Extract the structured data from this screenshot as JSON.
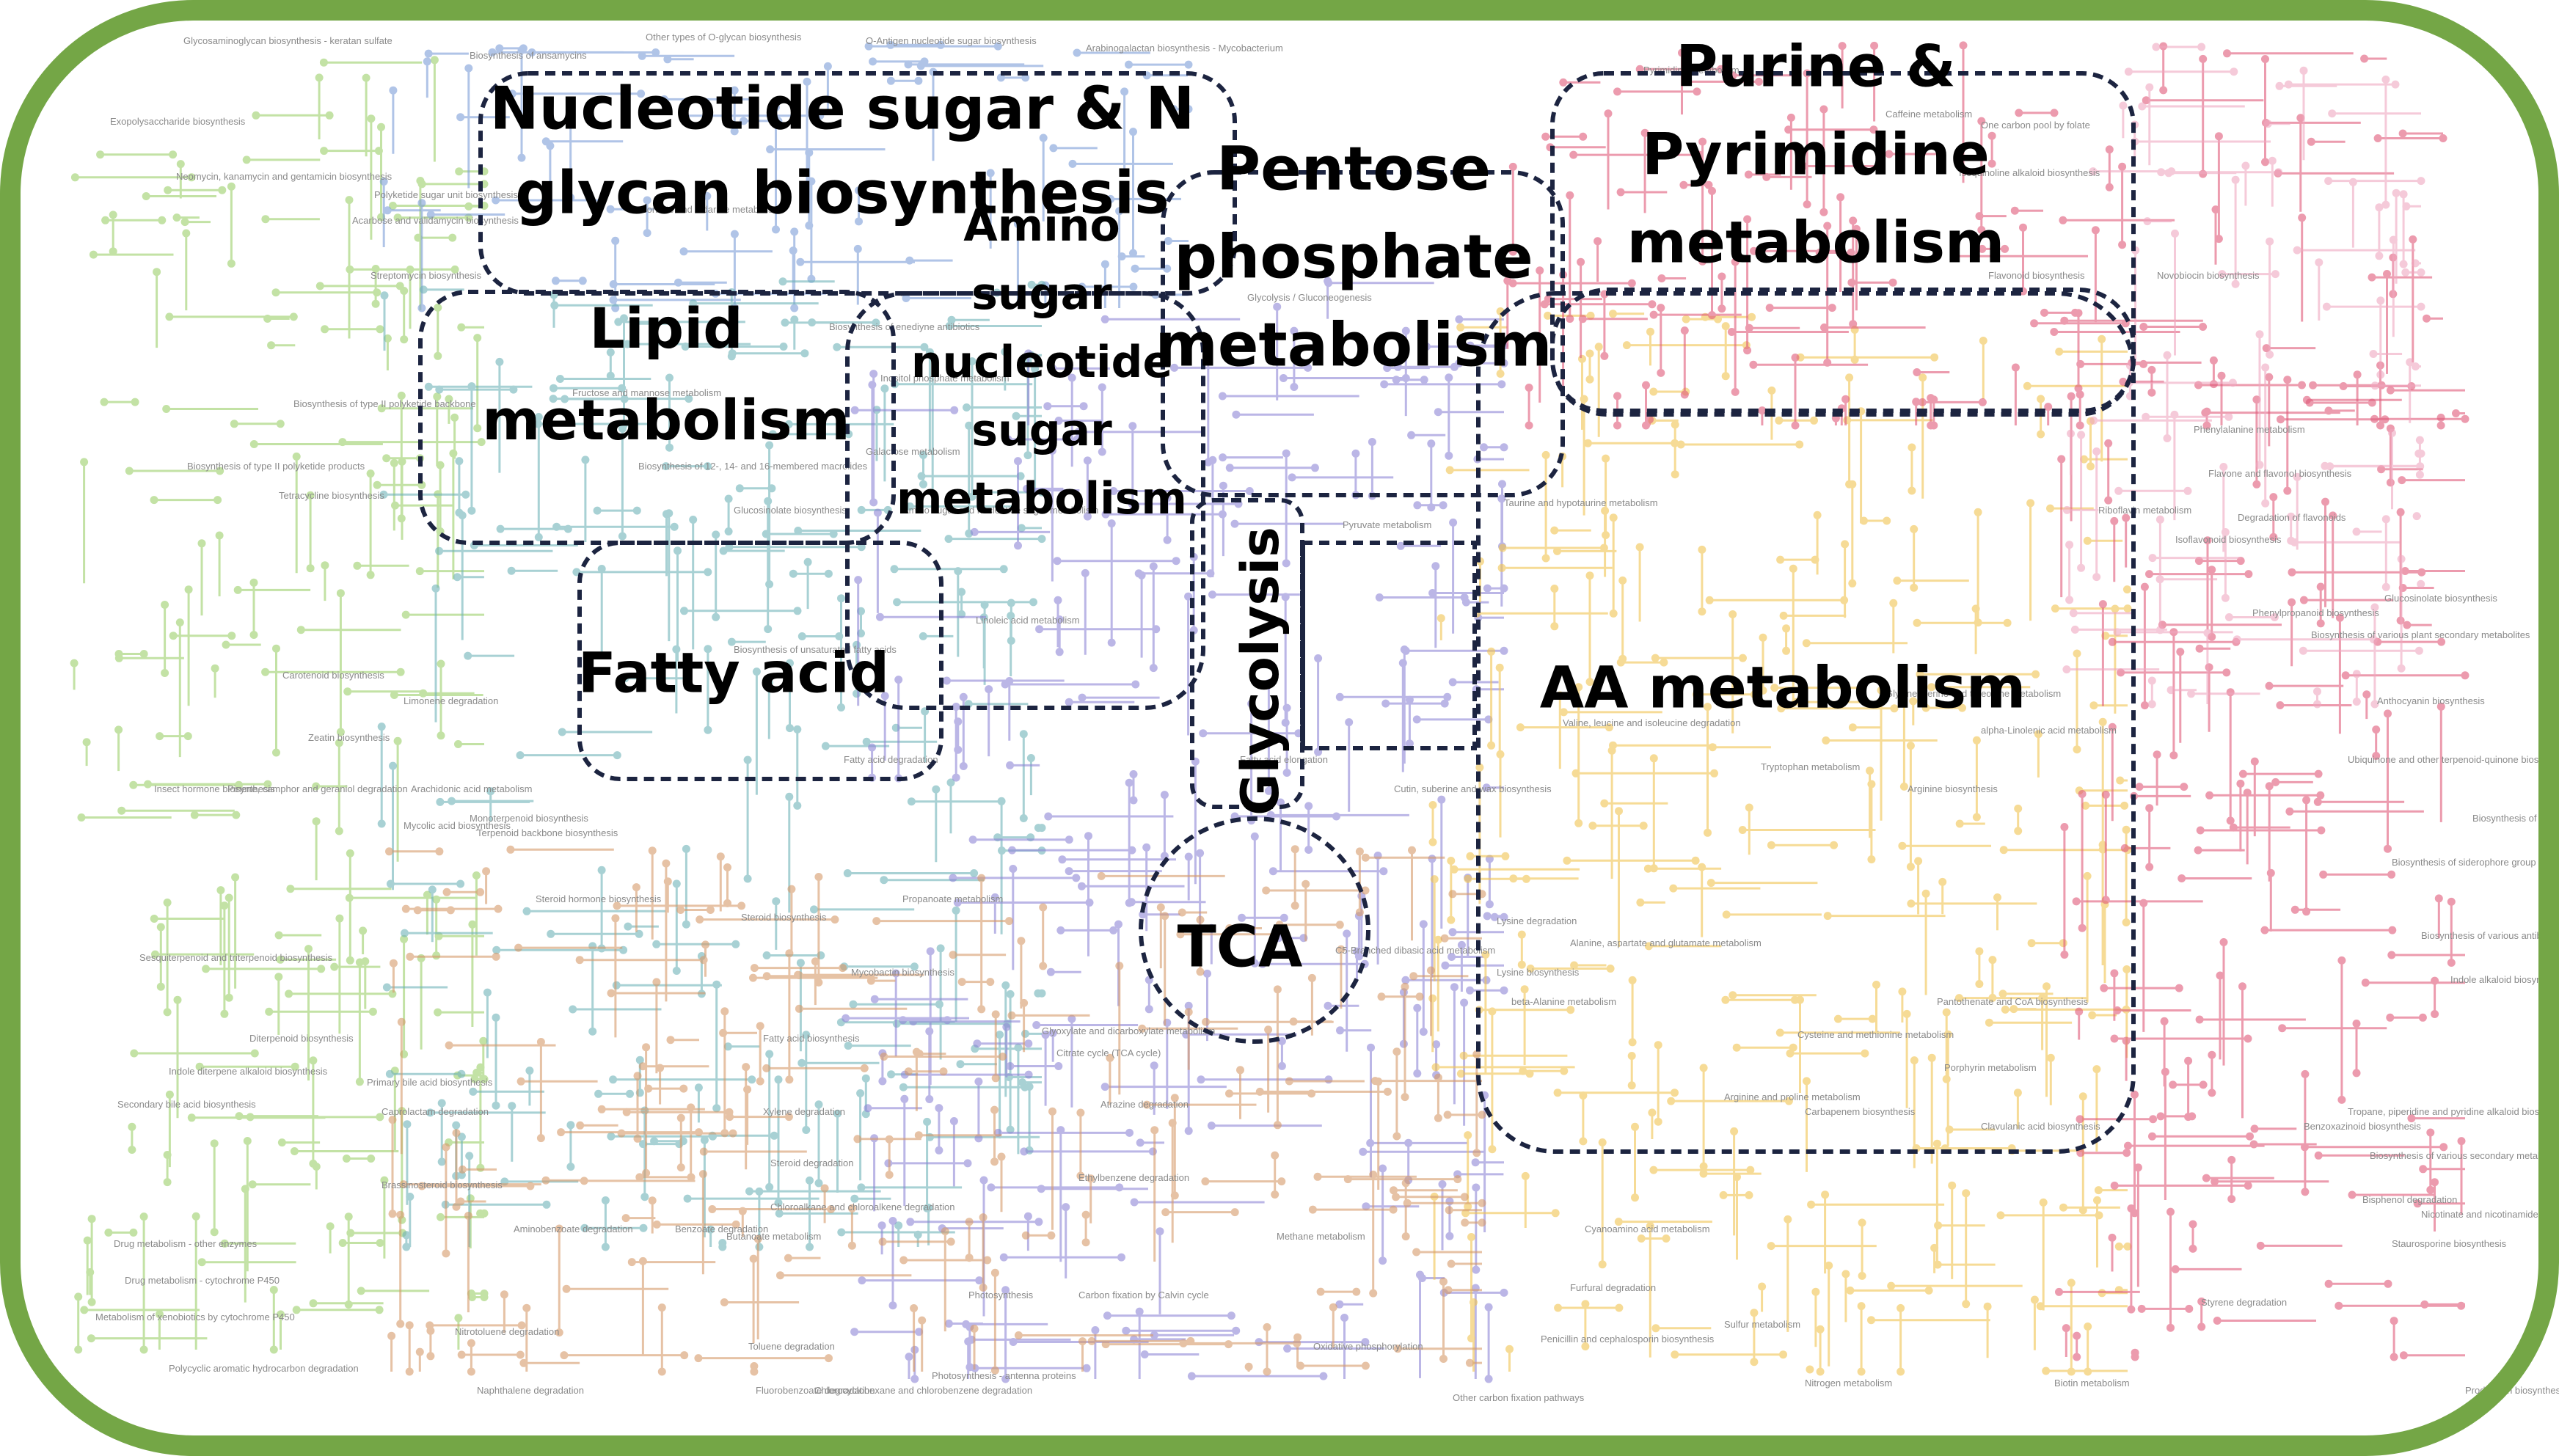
{
  "colors": {
    "frame": "#74a646",
    "background": "#ffffff",
    "region_outline": "#1c2440",
    "pathway_colors": {
      "glycan": "#7d9dd8",
      "lipid": "#6fb3b8",
      "carbohydrate": "#8e86d6",
      "nucleotide": "#e05a7a",
      "amino_acid": "#f1c452",
      "secondary": "#9ccf6a",
      "xenobiotic": "#d69a6a",
      "cofactor": "#f0a8c0"
    }
  },
  "regions": [
    {
      "id": "nucleotide-sugar-n-glycan",
      "lines": [
        "Nucleotide sugar & N",
        "glycan biosynthesis"
      ]
    },
    {
      "id": "purine-pyrimidine",
      "lines": [
        "Purine &",
        "Pyrimidine",
        "metabolism"
      ]
    },
    {
      "id": "pentose-phosphate",
      "lines": [
        "Pentose",
        "phosphate",
        "metabolism"
      ]
    },
    {
      "id": "lipid",
      "lines": [
        "Lipid",
        "metabolism"
      ]
    },
    {
      "id": "amino-sugar",
      "lines": [
        "Amino",
        "sugar",
        "nucleotide",
        "sugar",
        "metabolism"
      ]
    },
    {
      "id": "fatty-acid",
      "lines": [
        "Fatty acid"
      ]
    },
    {
      "id": "glycolysis",
      "lines": [
        "Glycolysis"
      ]
    },
    {
      "id": "tca",
      "lines": [
        "TCA"
      ]
    },
    {
      "id": "aa-metabolism",
      "lines": [
        "AA metabolism"
      ]
    }
  ],
  "background_labels": [
    {
      "text": "Glycosaminoglycan biosynthesis - keratan sulfate",
      "group": "glycan"
    },
    {
      "text": "Biosynthesis of ansamycins",
      "group": "secondary"
    },
    {
      "text": "Other types of O-glycan biosynthesis",
      "group": "glycan"
    },
    {
      "text": "O-Antigen nucleotide sugar biosynthesis",
      "group": "glycan"
    },
    {
      "text": "Arabinogalactan biosynthesis - Mycobacterium",
      "group": "glycan"
    },
    {
      "text": "Pyrimidine metabolism",
      "group": "nucleotide"
    },
    {
      "text": "Exopolysaccharide biosynthesis",
      "group": "glycan"
    },
    {
      "text": "Neomycin, kanamycin and gentamicin biosynthesis",
      "group": "secondary"
    },
    {
      "text": "Acarbose and validamycin biosynthesis",
      "group": "secondary"
    },
    {
      "text": "Polyketide sugar unit biosynthesis",
      "group": "secondary"
    },
    {
      "text": "Streptomycin biosynthesis",
      "group": "secondary"
    },
    {
      "text": "Ascorbate and aldarate metabolism",
      "group": "carbohydrate"
    },
    {
      "text": "Caffeine metabolism",
      "group": "nucleotide"
    },
    {
      "text": "One carbon pool by folate",
      "group": "cofactor"
    },
    {
      "text": "Isoquinoline alkaloid biosynthesis",
      "group": "secondary"
    },
    {
      "text": "Flavonoid biosynthesis",
      "group": "secondary"
    },
    {
      "text": "Novobiocin biosynthesis",
      "group": "secondary"
    },
    {
      "text": "Biosynthesis of type II polyketide backbone",
      "group": "secondary"
    },
    {
      "text": "Biosynthesis of type II polyketide products",
      "group": "secondary"
    },
    {
      "text": "Tetracycline biosynthesis",
      "group": "secondary"
    },
    {
      "text": "Biosynthesis of 12-, 14- and 16-membered macrolides",
      "group": "secondary"
    },
    {
      "text": "Phenylalanine metabolism",
      "group": "amino_acid"
    },
    {
      "text": "Flavone and flavonol biosynthesis",
      "group": "secondary"
    },
    {
      "text": "Degradation of flavonoids",
      "group": "secondary"
    },
    {
      "text": "Isoflavonoid biosynthesis",
      "group": "secondary"
    },
    {
      "text": "Phenylpropanoid biosynthesis",
      "group": "secondary"
    },
    {
      "text": "Biosynthesis of various plant secondary metabolites",
      "group": "secondary"
    },
    {
      "text": "Glucosinolate biosynthesis",
      "group": "secondary"
    },
    {
      "text": "Anthocyanin biosynthesis",
      "group": "secondary"
    },
    {
      "text": "Carotenoid biosynthesis",
      "group": "secondary"
    },
    {
      "text": "Zeatin biosynthesis",
      "group": "secondary"
    },
    {
      "text": "Insect hormone biosynthesis",
      "group": "secondary"
    },
    {
      "text": "Pinene, camphor and geraniol degradation",
      "group": "xenobiotic"
    },
    {
      "text": "Limonene degradation",
      "group": "xenobiotic"
    },
    {
      "text": "Monoterpenoid biosynthesis",
      "group": "secondary"
    },
    {
      "text": "Mycolic acid biosynthesis",
      "group": "lipid"
    },
    {
      "text": "Terpenoid backbone biosynthesis",
      "group": "secondary"
    },
    {
      "text": "Steroid hormone biosynthesis",
      "group": "lipid"
    },
    {
      "text": "Steroid biosynthesis",
      "group": "lipid"
    },
    {
      "text": "Sesquiterpenoid and triterpenoid biosynthesis",
      "group": "secondary"
    },
    {
      "text": "Diterpenoid biosynthesis",
      "group": "secondary"
    },
    {
      "text": "Indole diterpene alkaloid biosynthesis",
      "group": "secondary"
    },
    {
      "text": "Secondary bile acid biosynthesis",
      "group": "lipid"
    },
    {
      "text": "Primary bile acid biosynthesis",
      "group": "lipid"
    },
    {
      "text": "Caprolactam degradation",
      "group": "xenobiotic"
    },
    {
      "text": "Brassinosteroid biosynthesis",
      "group": "secondary"
    },
    {
      "text": "Drug metabolism - other enzymes",
      "group": "xenobiotic"
    },
    {
      "text": "Drug metabolism - cytochrome P450",
      "group": "xenobiotic"
    },
    {
      "text": "Metabolism of xenobiotics by cytochrome P450",
      "group": "xenobiotic"
    },
    {
      "text": "Polycyclic aromatic hydrocarbon degradation",
      "group": "xenobiotic"
    },
    {
      "text": "Nitrotoluene degradation",
      "group": "xenobiotic"
    },
    {
      "text": "Naphthalene degradation",
      "group": "xenobiotic"
    },
    {
      "text": "Aminobenzoate degradation",
      "group": "xenobiotic"
    },
    {
      "text": "Benzoate degradation",
      "group": "xenobiotic"
    },
    {
      "text": "Toluene degradation",
      "group": "xenobiotic"
    },
    {
      "text": "Fluorobenzoate degradation",
      "group": "xenobiotic"
    },
    {
      "text": "Chlorocyclohexane and chlorobenzene degradation",
      "group": "xenobiotic"
    },
    {
      "text": "Photosynthesis - antenna proteins",
      "group": "carbohydrate"
    },
    {
      "text": "Photosynthesis",
      "group": "carbohydrate"
    },
    {
      "text": "Carbon fixation by Calvin cycle",
      "group": "carbohydrate"
    },
    {
      "text": "Methane metabolism",
      "group": "carbohydrate"
    },
    {
      "text": "Oxidative phosphorylation",
      "group": "carbohydrate"
    },
    {
      "text": "Other carbon fixation pathways",
      "group": "carbohydrate"
    },
    {
      "text": "Atrazine degradation",
      "group": "xenobiotic"
    },
    {
      "text": "Ethylbenzene degradation",
      "group": "xenobiotic"
    },
    {
      "text": "Xylene degradation",
      "group": "xenobiotic"
    },
    {
      "text": "Steroid degradation",
      "group": "lipid"
    },
    {
      "text": "Chloroalkane and chloroalkene degradation",
      "group": "xenobiotic"
    },
    {
      "text": "Butanoate metabolism",
      "group": "carbohydrate"
    },
    {
      "text": "Propanoate metabolism",
      "group": "carbohydrate"
    },
    {
      "text": "Glyoxylate and dicarboxylate metabolism",
      "group": "carbohydrate"
    },
    {
      "text": "Citrate cycle (TCA cycle)",
      "group": "carbohydrate"
    },
    {
      "text": "C5-Branched dibasic acid metabolism",
      "group": "carbohydrate"
    },
    {
      "text": "Cutin, suberine and wax biosynthesis",
      "group": "lipid"
    },
    {
      "text": "Fatty acid elongation",
      "group": "lipid"
    },
    {
      "text": "Fatty acid biosynthesis",
      "group": "lipid"
    },
    {
      "text": "Fatty acid degradation",
      "group": "lipid"
    },
    {
      "text": "Biosynthesis of unsaturated fatty acids",
      "group": "lipid"
    },
    {
      "text": "Linoleic acid metabolism",
      "group": "lipid"
    },
    {
      "text": "alpha-Linolenic acid metabolism",
      "group": "lipid"
    },
    {
      "text": "Arachidonic acid metabolism",
      "group": "lipid"
    },
    {
      "text": "Biosynthesis of enediyne antibiotics",
      "group": "secondary"
    },
    {
      "text": "Inositol phosphate metabolism",
      "group": "carbohydrate"
    },
    {
      "text": "Fructose and mannose metabolism",
      "group": "carbohydrate"
    },
    {
      "text": "Galactose metabolism",
      "group": "carbohydrate"
    },
    {
      "text": "Amino sugar and nucleotide sugar metabolism",
      "group": "carbohydrate"
    },
    {
      "text": "Glycolysis / Gluconeogenesis",
      "group": "carbohydrate"
    },
    {
      "text": "Pyruvate metabolism",
      "group": "carbohydrate"
    },
    {
      "text": "Taurine and hypotaurine metabolism",
      "group": "amino_acid"
    },
    {
      "text": "Glycine, serine and threonine metabolism",
      "group": "amino_acid"
    },
    {
      "text": "Valine, leucine and isoleucine degradation",
      "group": "amino_acid"
    },
    {
      "text": "Tryptophan metabolism",
      "group": "amino_acid"
    },
    {
      "text": "Arginine biosynthesis",
      "group": "amino_acid"
    },
    {
      "text": "Lysine degradation",
      "group": "amino_acid"
    },
    {
      "text": "Lysine biosynthesis",
      "group": "amino_acid"
    },
    {
      "text": "Alanine, aspartate and glutamate metabolism",
      "group": "amino_acid"
    },
    {
      "text": "beta-Alanine metabolism",
      "group": "amino_acid"
    },
    {
      "text": "Cysteine and methionine metabolism",
      "group": "amino_acid"
    },
    {
      "text": "Arginine and proline metabolism",
      "group": "amino_acid"
    },
    {
      "text": "Carbapenem biosynthesis",
      "group": "secondary"
    },
    {
      "text": "Cyanoamino acid metabolism",
      "group": "amino_acid"
    },
    {
      "text": "Furfural degradation",
      "group": "xenobiotic"
    },
    {
      "text": "Penicillin and cephalosporin biosynthesis",
      "group": "secondary"
    },
    {
      "text": "Sulfur metabolism",
      "group": "cofactor"
    },
    {
      "text": "Nitrogen metabolism",
      "group": "cofactor"
    },
    {
      "text": "Biotin metabolism",
      "group": "cofactor"
    },
    {
      "text": "Styrene degradation",
      "group": "xenobiotic"
    },
    {
      "text": "Bisphenol degradation",
      "group": "xenobiotic"
    },
    {
      "text": "Staurosporine biosynthesis",
      "group": "secondary"
    },
    {
      "text": "Benzoxazinoid biosynthesis",
      "group": "secondary"
    },
    {
      "text": "Tropane, piperidine and pyridine alkaloid biosynthesis",
      "group": "secondary"
    },
    {
      "text": "Biosynthesis of various secondary metabolites",
      "group": "secondary"
    },
    {
      "text": "Nicotinate and nicotinamide metabolism",
      "group": "cofactor"
    },
    {
      "text": "Prodigiosin biosynthesis",
      "group": "secondary"
    },
    {
      "text": "Clavulanic acid biosynthesis",
      "group": "secondary"
    },
    {
      "text": "Biosynthesis of various antibiotics",
      "group": "secondary"
    },
    {
      "text": "Indole alkaloid biosynthesis",
      "group": "secondary"
    },
    {
      "text": "Biosynthesis of siderophore group nonribosomal peptides",
      "group": "secondary"
    },
    {
      "text": "Ubiquinone and other terpenoid-quinone biosynthesis",
      "group": "cofactor"
    },
    {
      "text": "Pantothenate and CoA biosynthesis",
      "group": "cofactor"
    },
    {
      "text": "Porphyrin metabolism",
      "group": "cofactor"
    },
    {
      "text": "Riboflavin metabolism",
      "group": "cofactor"
    },
    {
      "text": "Glucosinolate biosynthesis",
      "group": "secondary"
    },
    {
      "text": "Mycobactin biosynthesis",
      "group": "secondary"
    },
    {
      "text": "Biosynthesis of various alkaloids",
      "group": "secondary"
    }
  ]
}
